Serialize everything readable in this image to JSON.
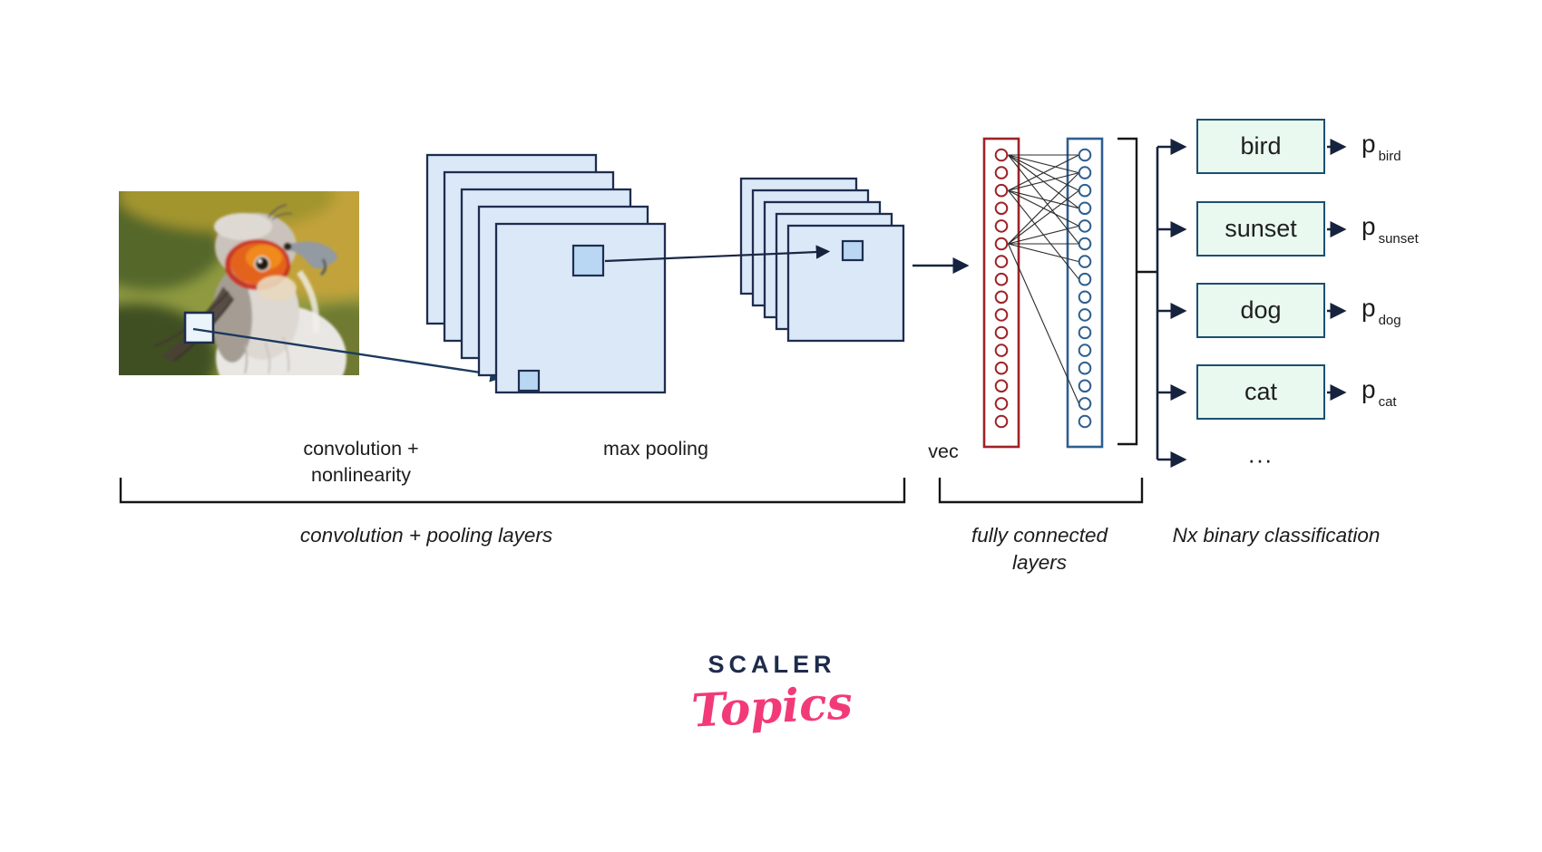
{
  "labels": {
    "conv_line1": "convolution +",
    "conv_line2": "nonlinearity",
    "max_pooling": "max pooling",
    "vec": "vec",
    "conv_pooling_bracket": "convolution + pooling layers",
    "fc_line1": "fully connected",
    "fc_line2": "layers",
    "nx_binary": "Nx binary classification",
    "ellipsis": "..."
  },
  "classes": [
    {
      "label": "bird",
      "p": "p",
      "p_sub": "bird"
    },
    {
      "label": "sunset",
      "p": "p",
      "p_sub": "sunset"
    },
    {
      "label": "dog",
      "p": "p",
      "p_sub": "dog"
    },
    {
      "label": "cat",
      "p": "p",
      "p_sub": "cat"
    }
  ],
  "network": {
    "conv_feature_maps": 5,
    "pool_feature_maps": 5,
    "fc_layer1_neurons": 16,
    "fc_layer2_neurons": 16
  },
  "logo": {
    "line1": "SCALER",
    "line2": "Topics"
  },
  "colors": {
    "feature_map_fill": "#dbe8f7",
    "feature_map_border": "#1e2d4f",
    "patch_fill": "#b9d7f2",
    "input_patch_fill": "#ecf4fb",
    "fc_layer1_stroke": "#9e2227",
    "fc_layer2_stroke": "#2e5e90",
    "class_box_fill": "#e9f9ef",
    "class_box_border": "#1b4f72",
    "arrow_color": "#16233f",
    "bracket_color": "#161616",
    "logo_navy": "#1e2b4c",
    "logo_pink": "#f23a78"
  }
}
